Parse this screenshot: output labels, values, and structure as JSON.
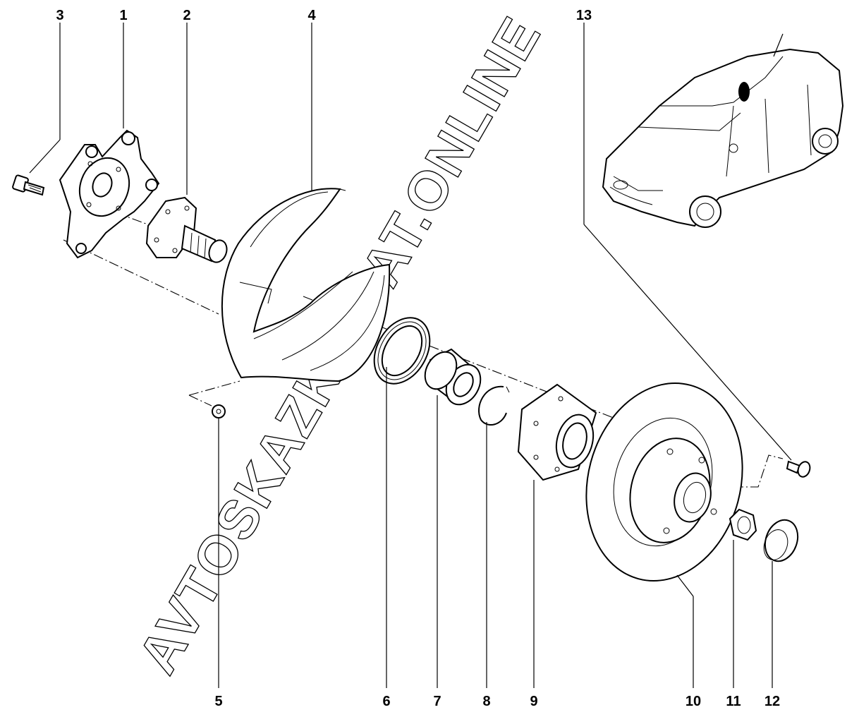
{
  "watermark": "AVTOSKAZKA CAT.ONLINE",
  "callouts": {
    "p1": "1",
    "p2": "2",
    "p3": "3",
    "p4": "4",
    "p5": "5",
    "p6": "6",
    "p7": "7",
    "p8": "8",
    "p9": "9",
    "p10": "10",
    "p11": "11",
    "p12": "12",
    "p13": "13"
  }
}
